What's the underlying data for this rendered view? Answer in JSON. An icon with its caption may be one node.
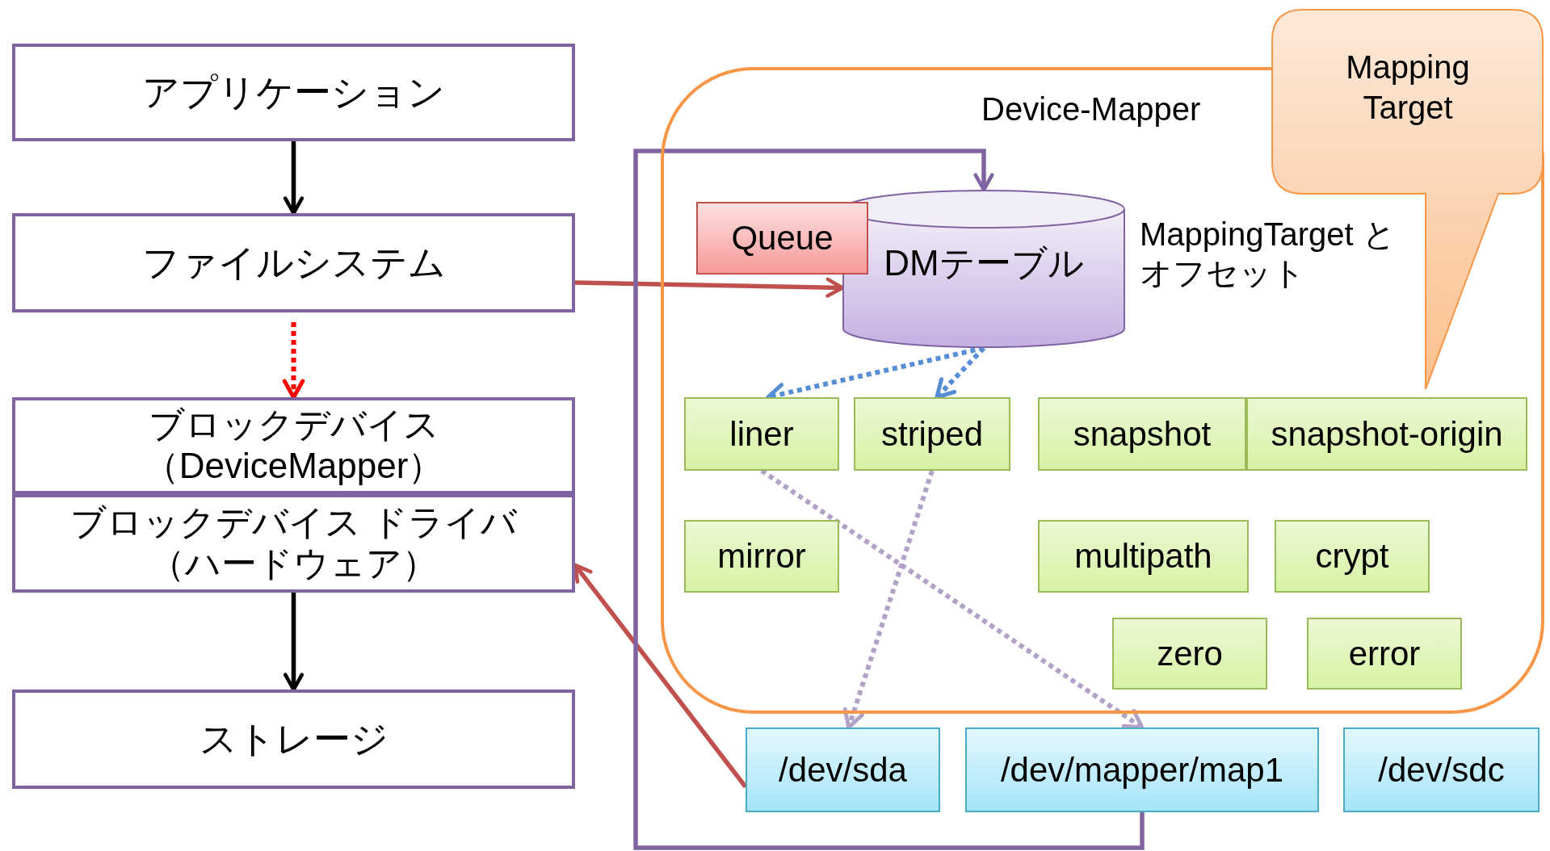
{
  "diagram": {
    "nodes": [
      {
        "text": [
          "アプリケーション"
        ]
      },
      {
        "text": [
          "ファイルシステム"
        ]
      },
      {
        "text": [
          "ブロックデバイス（DeviceMapper）"
        ]
      },
      {
        "text": [
          "ブロックデバイス ドライバ（ハードウェア）"
        ]
      },
      {
        "text": [
          "ストレージ"
        ]
      },
      {
        "text": [
          "Device-Mapper"
        ]
      },
      {
        "text": [
          "Mapping Target"
        ]
      },
      {
        "text": [
          "Queue"
        ],
        "in": 5
      },
      {
        "text": [
          "DMテーブル"
        ],
        "in": 5
      },
      {
        "text": [
          "liner"
        ],
        "in": 5
      },
      {
        "text": [
          "striped"
        ],
        "in": 5
      },
      {
        "text": [
          "snapshot"
        ],
        "in": 5
      },
      {
        "text": [
          "snapshot-origin"
        ],
        "in": 5
      },
      {
        "text": [
          "mirror"
        ],
        "in": 5
      },
      {
        "text": [
          "multipath"
        ],
        "in": 5
      },
      {
        "text": [
          "crypt"
        ],
        "in": 5
      },
      {
        "text": [
          "zero"
        ],
        "in": 5
      },
      {
        "text": [
          "error"
        ],
        "in": 5
      },
      {
        "text": [
          "/dev/sda"
        ]
      },
      {
        "text": [
          "/dev/mapper/map1"
        ]
      },
      {
        "text": [
          "/dev/sdc"
        ]
      }
    ],
    "edges": [
      {
        "from": 0,
        "to": 1,
        "arrow": "to"
      },
      {
        "from": 1,
        "to": 2,
        "arrow": "to",
        "style": "dashed",
        "color": "#ff0000"
      },
      {
        "from": 3,
        "to": 4,
        "arrow": "to"
      },
      {
        "from": 1,
        "to": 8,
        "arrow": "to",
        "color": "#c0504d"
      },
      {
        "from": 18,
        "to": 3,
        "arrow": "to",
        "color": "#c0504d"
      },
      {
        "from": 19,
        "to": 8,
        "arrow": "to",
        "color": "#8064a2"
      },
      {
        "from": 8,
        "to": 9,
        "arrow": "to",
        "style": "dashed",
        "color": "#558ed5"
      },
      {
        "from": 8,
        "to": 10,
        "arrow": "to",
        "style": "dashed",
        "color": "#558ed5"
      },
      {
        "from": 9,
        "to": 19,
        "arrow": "to",
        "style": "dashed",
        "color": "#b3a2c7"
      },
      {
        "from": 10,
        "to": 18,
        "arrow": "to",
        "style": "dashed",
        "color": "#b3a2c7"
      }
    ],
    "labels": [
      "MappingTarget とオフセット"
    ]
  }
}
